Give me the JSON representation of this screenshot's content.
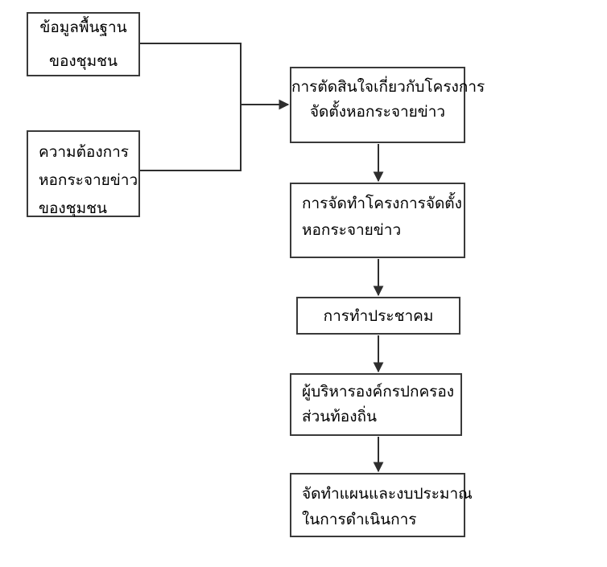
{
  "diagram": {
    "boxes": {
      "basic_data": {
        "lines": [
          "ข้อมูลพื้นฐาน",
          "ของชุมชน"
        ]
      },
      "need": {
        "lines": [
          "ความต้องการ",
          "หอกระจายข่าว",
          "ของชุมชน"
        ]
      },
      "decision": {
        "lines": [
          "การตัดสินใจเกี่ยวกับโครงการ",
          "จัดตั้งหอกระจายข่าว"
        ]
      },
      "project": {
        "lines": [
          "การจัดทำโครงการจัดตั้ง",
          "หอกระจายข่าว"
        ]
      },
      "hearing": {
        "lines": [
          "การทำประชาคม"
        ]
      },
      "admin": {
        "lines": [
          "ผู้บริหารองค์กรปกครอง",
          "ส่วนท้องถิ่น"
        ]
      },
      "plan": {
        "lines": [
          "จัดทำแผนและงบประมาณ",
          "ในการดำเนินการ"
        ]
      }
    },
    "colors": {
      "border": "#3a3a3a",
      "connector": "#2e2e2e",
      "text": "#000000",
      "background": "#ffffff"
    }
  }
}
